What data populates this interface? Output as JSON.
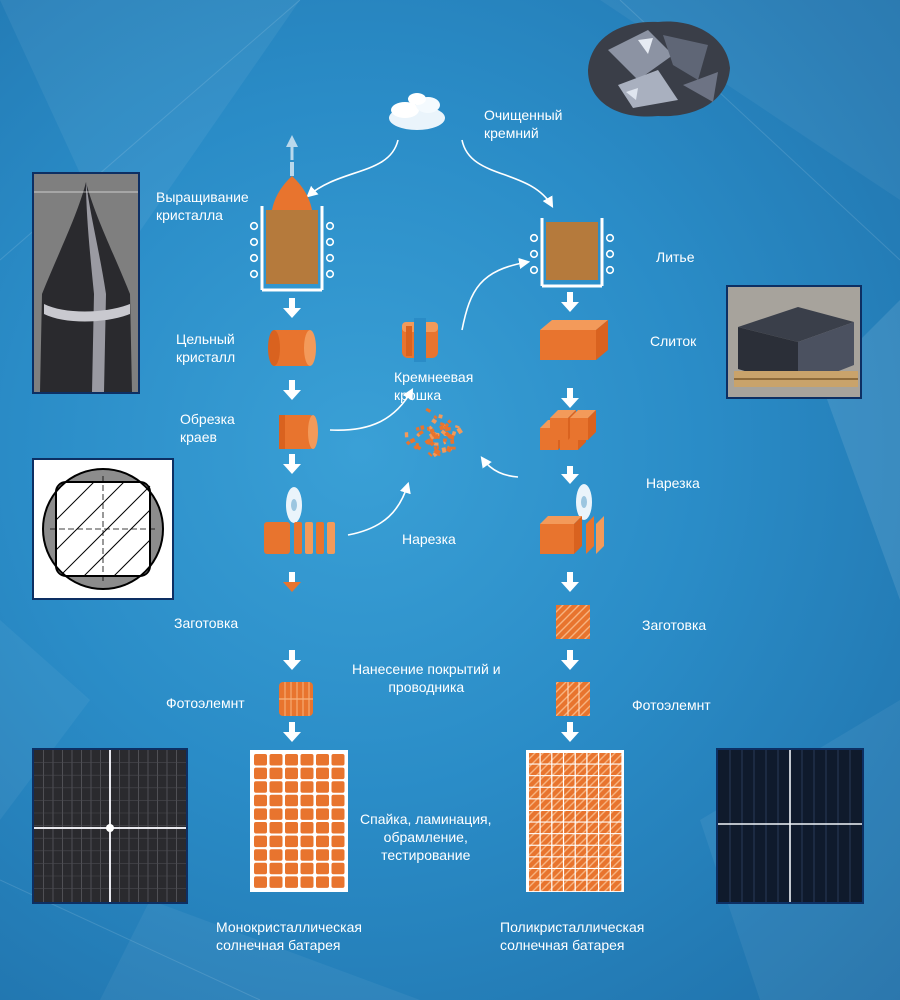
{
  "labels": {
    "purified_si": [
      "Очищенный",
      "кремний"
    ],
    "crystal_growth": [
      "Выращивание",
      "кристалла"
    ],
    "casting": "Литье",
    "single_crystal": [
      "Цельный",
      "кристалл"
    ],
    "ingot": "Слиток",
    "si_crumb": [
      "Кремнеевая",
      "крошка"
    ],
    "edge_trim": [
      "Обрезка",
      "краев"
    ],
    "slicing_right": "Нарезка",
    "slicing_center": "Нарезка",
    "blank_left": "Заготовка",
    "blank_right": "Заготовка",
    "coating": [
      "Нанесение покрытий и",
      "проводника"
    ],
    "cell_left": "Фотоэлемнт",
    "cell_right": "Фотоэлемнт",
    "assembly": [
      "Спайка, ламинация,",
      "обрамление,",
      "тестирование"
    ],
    "mono_panel": [
      "Монокристаллическая",
      "солнечная батарея"
    ],
    "poly_panel": [
      "Поликристаллическая",
      "солнечная батарея"
    ]
  },
  "colors": {
    "accent": "#e8742e",
    "accent_light": "#f39a5a",
    "furnace": "#b57a3c",
    "arrow": "#ffffff",
    "frame": "#0d2f63"
  }
}
